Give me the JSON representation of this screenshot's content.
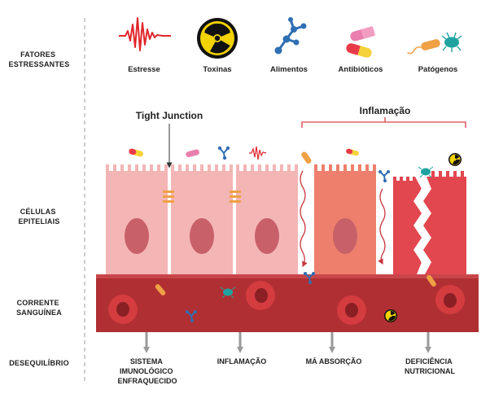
{
  "row_labels": {
    "stressors": [
      "FATORES",
      "ESTRESSANTES"
    ],
    "epithelial": [
      "CÉLULAS",
      "EPITELIAIS"
    ],
    "blood": [
      "CORRENTE",
      "SANGUÍNEA"
    ],
    "imbalance": "DESEQUILÍBRIO"
  },
  "stressors": [
    {
      "label": "Estresse",
      "icon": "stress-wave-icon"
    },
    {
      "label": "Toxinas",
      "icon": "radiation-icon"
    },
    {
      "label": "Alimentos",
      "icon": "molecule-icon"
    },
    {
      "label": "Antibióticos",
      "icon": "pill-icon"
    },
    {
      "label": "Patógenos",
      "icon": "pathogen-icon"
    }
  ],
  "annotations": {
    "tight_junction": "Tight Junction",
    "inflammation": "Inflamação"
  },
  "outcomes": [
    [
      "SISTEMA",
      "IMUNOLÓGICO",
      "ENFRAQUECIDO"
    ],
    [
      "INFLAMAÇÃO"
    ],
    [
      "MÁ ABSORÇÃO"
    ],
    [
      "DEFICIÊNCIA",
      "NUTRICIONAL"
    ]
  ],
  "colors": {
    "healthy_cell": "#f4b5b5",
    "inflamed_cell": "#ee7f6d",
    "damaged_cell": "#e2474f",
    "nucleus": "#c8606a",
    "blood": "#b02f33",
    "red_blood_cell": "#d43c3f",
    "arrow": "#9a9a9a"
  }
}
